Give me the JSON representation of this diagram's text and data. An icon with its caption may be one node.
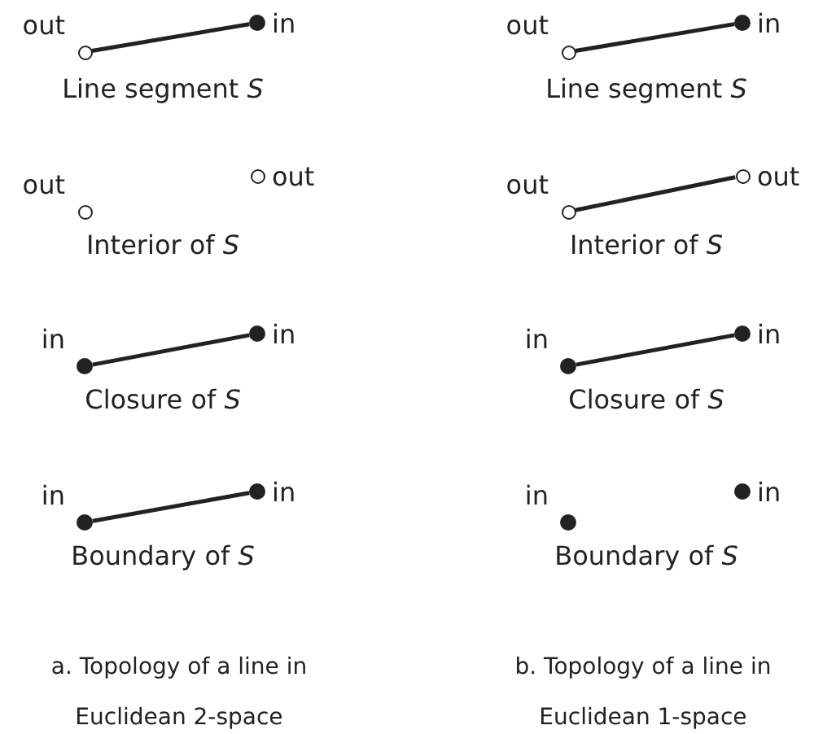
{
  "diagram": {
    "nodes": [
      {
        "text": [],
        "shape": "circle",
        "beside": [
          "out"
        ]
      },
      {
        "text": [],
        "shape": "dot",
        "beside": [
          "in"
        ]
      },
      {
        "text": [],
        "shape": "circle",
        "beside": [
          "out"
        ]
      },
      {
        "text": [],
        "shape": "dot",
        "beside": [
          "in"
        ]
      },
      {
        "text": [],
        "shape": "circle",
        "beside": [
          "out"
        ]
      },
      {
        "text": [],
        "shape": "circle",
        "beside": [
          "out"
        ]
      },
      {
        "text": [],
        "shape": "circle",
        "beside": [
          "out"
        ]
      },
      {
        "text": [],
        "shape": "circle",
        "beside": [
          "out"
        ]
      },
      {
        "text": [],
        "shape": "dot",
        "beside": [
          "in"
        ]
      },
      {
        "text": [],
        "shape": "dot",
        "beside": [
          "in"
        ]
      },
      {
        "text": [],
        "shape": "dot",
        "beside": [
          "in"
        ]
      },
      {
        "text": [],
        "shape": "dot",
        "beside": [
          "in"
        ]
      },
      {
        "text": [],
        "shape": "dot",
        "beside": [
          "in"
        ]
      },
      {
        "text": [],
        "shape": "dot",
        "beside": [
          "in"
        ]
      },
      {
        "text": [],
        "shape": "dot",
        "beside": [
          "in"
        ]
      },
      {
        "text": [],
        "shape": "dot",
        "beside": [
          "in"
        ]
      }
    ],
    "edges": [
      {
        "from": 0,
        "to": 1,
        "arrow": "none"
      },
      {
        "from": 2,
        "to": 3,
        "arrow": "none"
      },
      {
        "from": 6,
        "to": 7,
        "arrow": "none"
      },
      {
        "from": 8,
        "to": 9,
        "arrow": "none"
      },
      {
        "from": 10,
        "to": 11,
        "arrow": "none"
      },
      {
        "from": 12,
        "to": 13,
        "arrow": "none"
      }
    ],
    "labels": [
      "Line segment *S*",
      "Line segment *S*",
      "Interior of *S*",
      "Interior of *S*",
      "Closure of *S*",
      "Closure of *S*",
      "Boundary of *S*",
      "Boundary of *S*",
      "a. Topology of a line in Euclidean 2-space",
      "b. Topology of a line in Euclidean 1-space"
    ]
  }
}
